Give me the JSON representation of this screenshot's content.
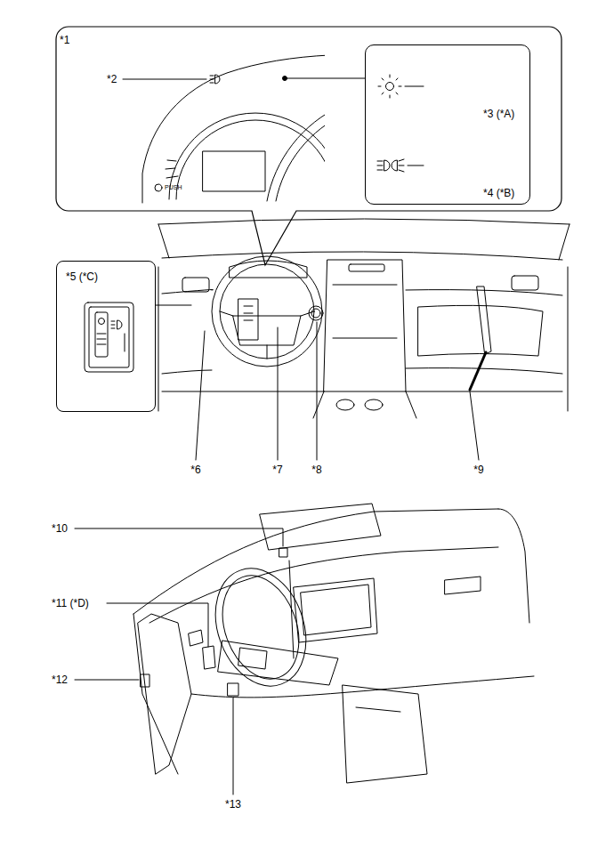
{
  "diagram": {
    "nodes": [
      {
        "text": [
          "*1"
        ]
      },
      {
        "text": [
          "*3 (*A)",
          "*4 (*B)"
        ],
        "in": 0
      },
      {
        "text": [
          "*5 (*C)"
        ]
      }
    ],
    "labels": [
      "*2",
      "PUSH",
      "*6",
      "*7",
      "*8",
      "*9",
      "*10",
      "*11 (*D)",
      "*12",
      "*13"
    ]
  }
}
